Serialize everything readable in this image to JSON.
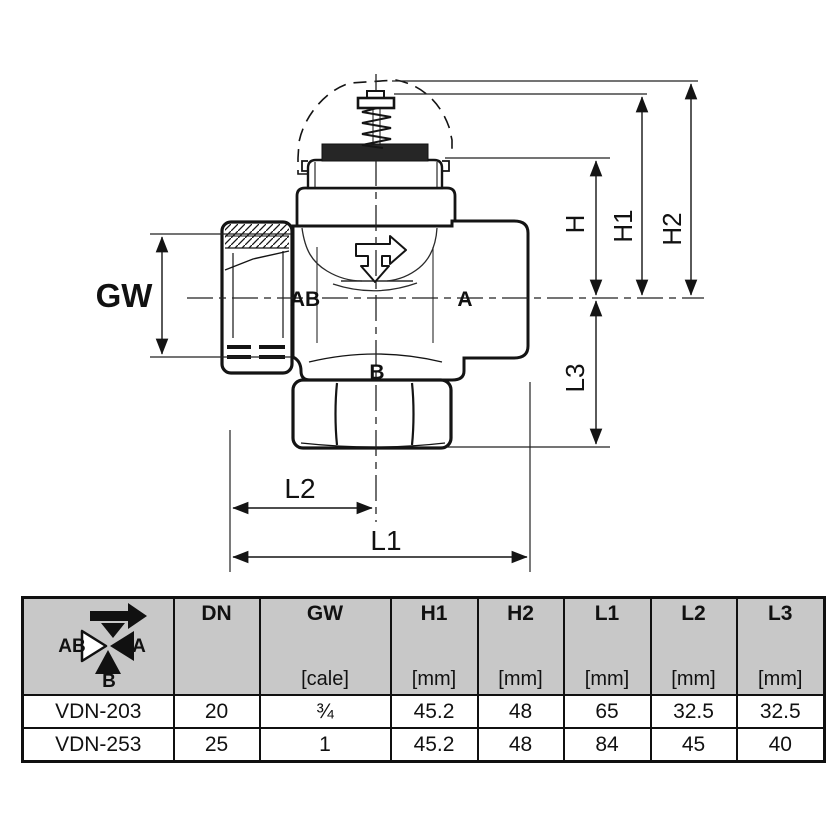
{
  "colors": {
    "line": "#141414",
    "table_header_bg": "#c8c8c8",
    "gasket_fill": "#262626",
    "background": "#ffffff"
  },
  "drawing": {
    "labels": {
      "gw": "GW",
      "h": "H",
      "h1": "H1",
      "h2": "H2",
      "l1": "L1",
      "l2": "L2",
      "l3": "L3",
      "port_ab": "AB",
      "port_a": "A",
      "port_b": "B"
    },
    "icons": {
      "flow_arrow": "t-shaped-flow-direction-arrow",
      "actuator_outline": "dashed-actuator-silhouette"
    }
  },
  "table": {
    "icon": {
      "ab": "AB",
      "a": "A",
      "b": "B",
      "name": "three-way-valve-flow-symbol"
    },
    "columns": [
      {
        "label": "DN",
        "unit": ""
      },
      {
        "label": "GW",
        "unit": "[cale]"
      },
      {
        "label": "H1",
        "unit": "[mm]"
      },
      {
        "label": "H2",
        "unit": "[mm]"
      },
      {
        "label": "L1",
        "unit": "[mm]"
      },
      {
        "label": "L2",
        "unit": "[mm]"
      },
      {
        "label": "L3",
        "unit": "[mm]"
      }
    ],
    "rows": [
      {
        "model": "VDN-203",
        "values": [
          "20",
          "¾",
          "45.2",
          "48",
          "65",
          "32.5",
          "32.5"
        ]
      },
      {
        "model": "VDN-253",
        "values": [
          "25",
          "1",
          "45.2",
          "48",
          "84",
          "45",
          "40"
        ]
      }
    ]
  }
}
